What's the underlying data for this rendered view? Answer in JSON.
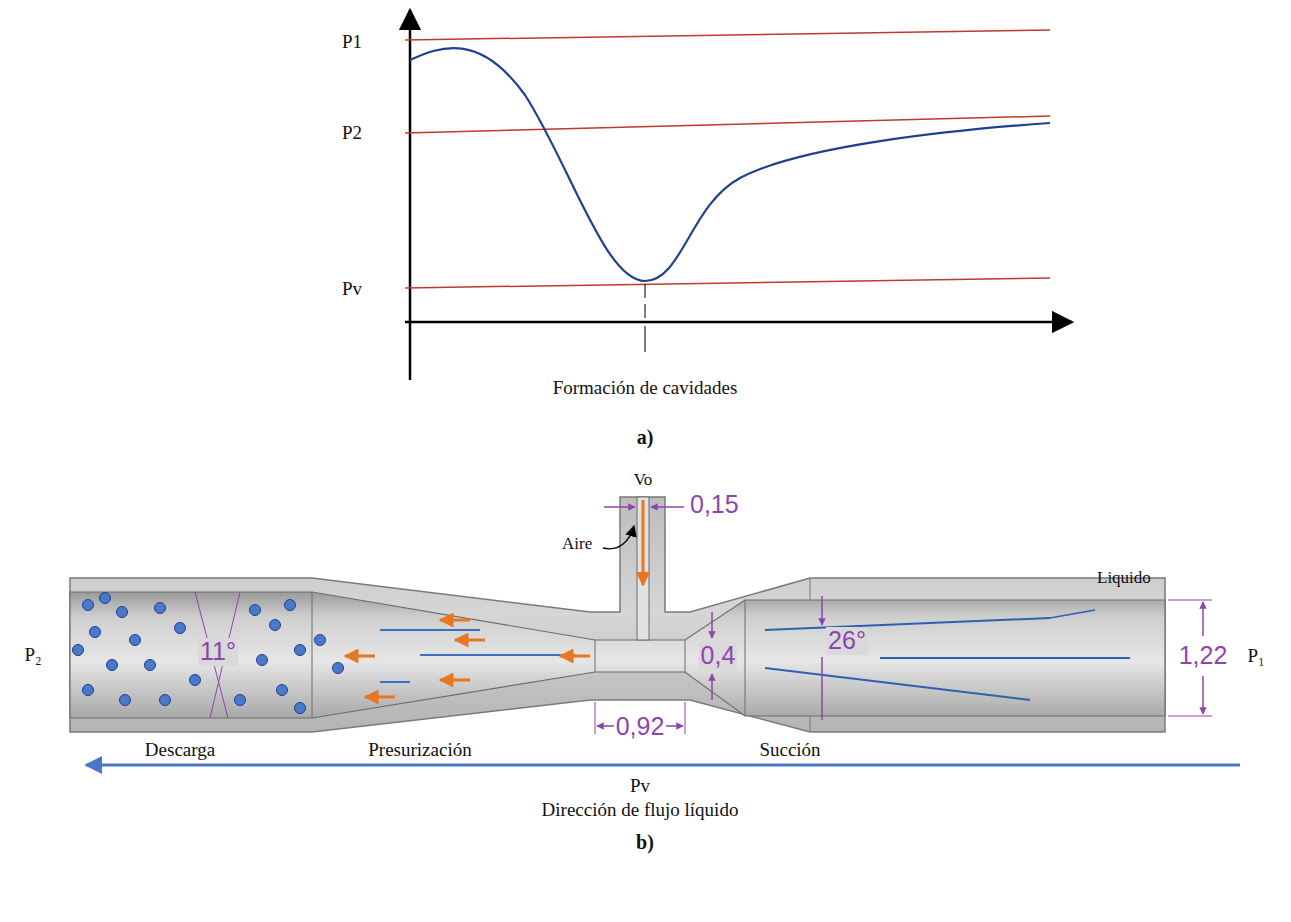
{
  "diagram": {
    "labels": [
      "P1",
      "P2",
      "Pv",
      "Formación de cavidades",
      "a)",
      "Vo",
      "0,15",
      "Aire",
      "Liquido",
      "P₂",
      "11°",
      "0,4",
      "26°",
      "1,22",
      "P₁",
      "Descarga",
      "Presurización",
      "0,92",
      "Succión",
      "Pv",
      "Dirección de flujo líquido",
      "b)"
    ]
  }
}
